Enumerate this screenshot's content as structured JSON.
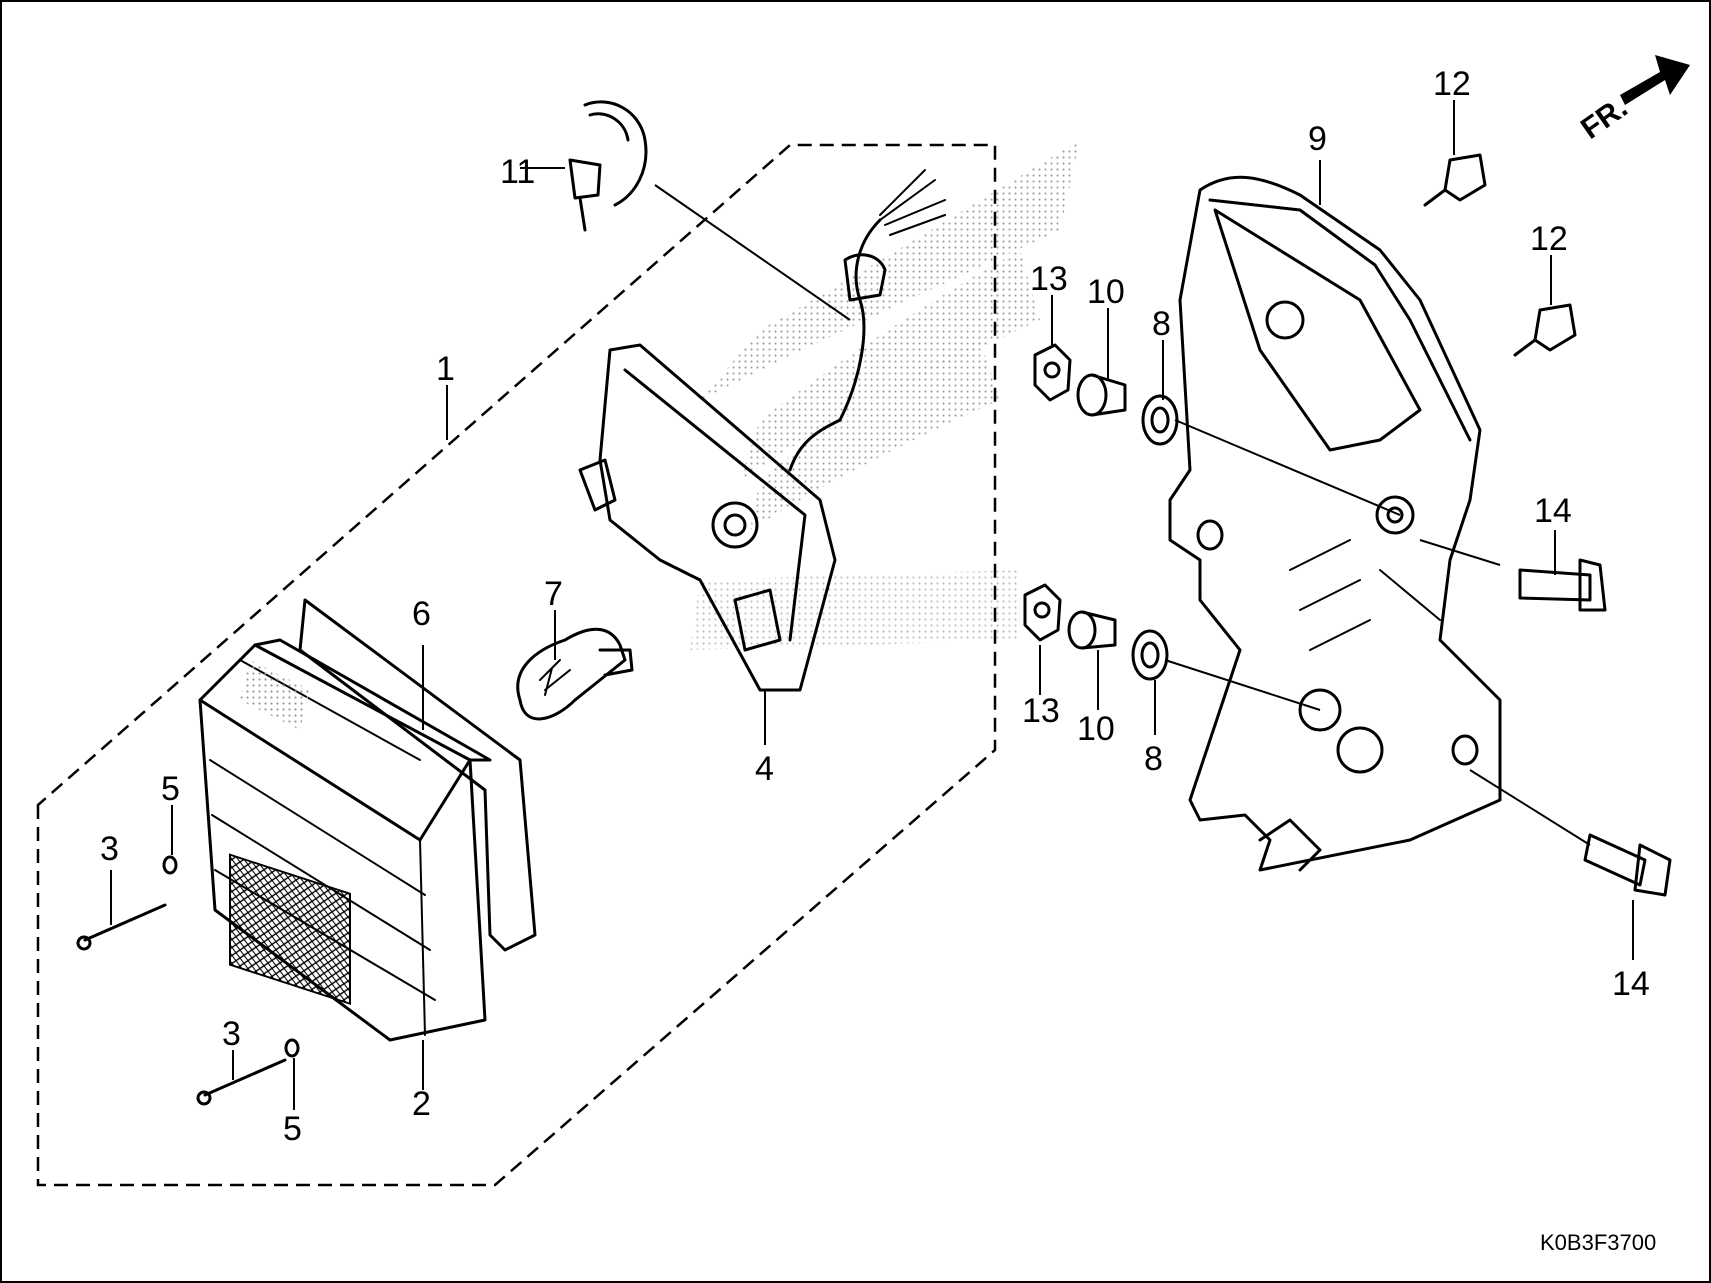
{
  "diagram": {
    "code": "K0B3F3700",
    "front_mark": "FR.",
    "labels": {
      "1": "1",
      "2": "2",
      "3": "3",
      "4": "4",
      "5": "5",
      "6": "6",
      "7": "7",
      "8": "8",
      "9": "9",
      "10": "10",
      "11": "11",
      "12": "12",
      "13": "13",
      "14": "14"
    }
  }
}
